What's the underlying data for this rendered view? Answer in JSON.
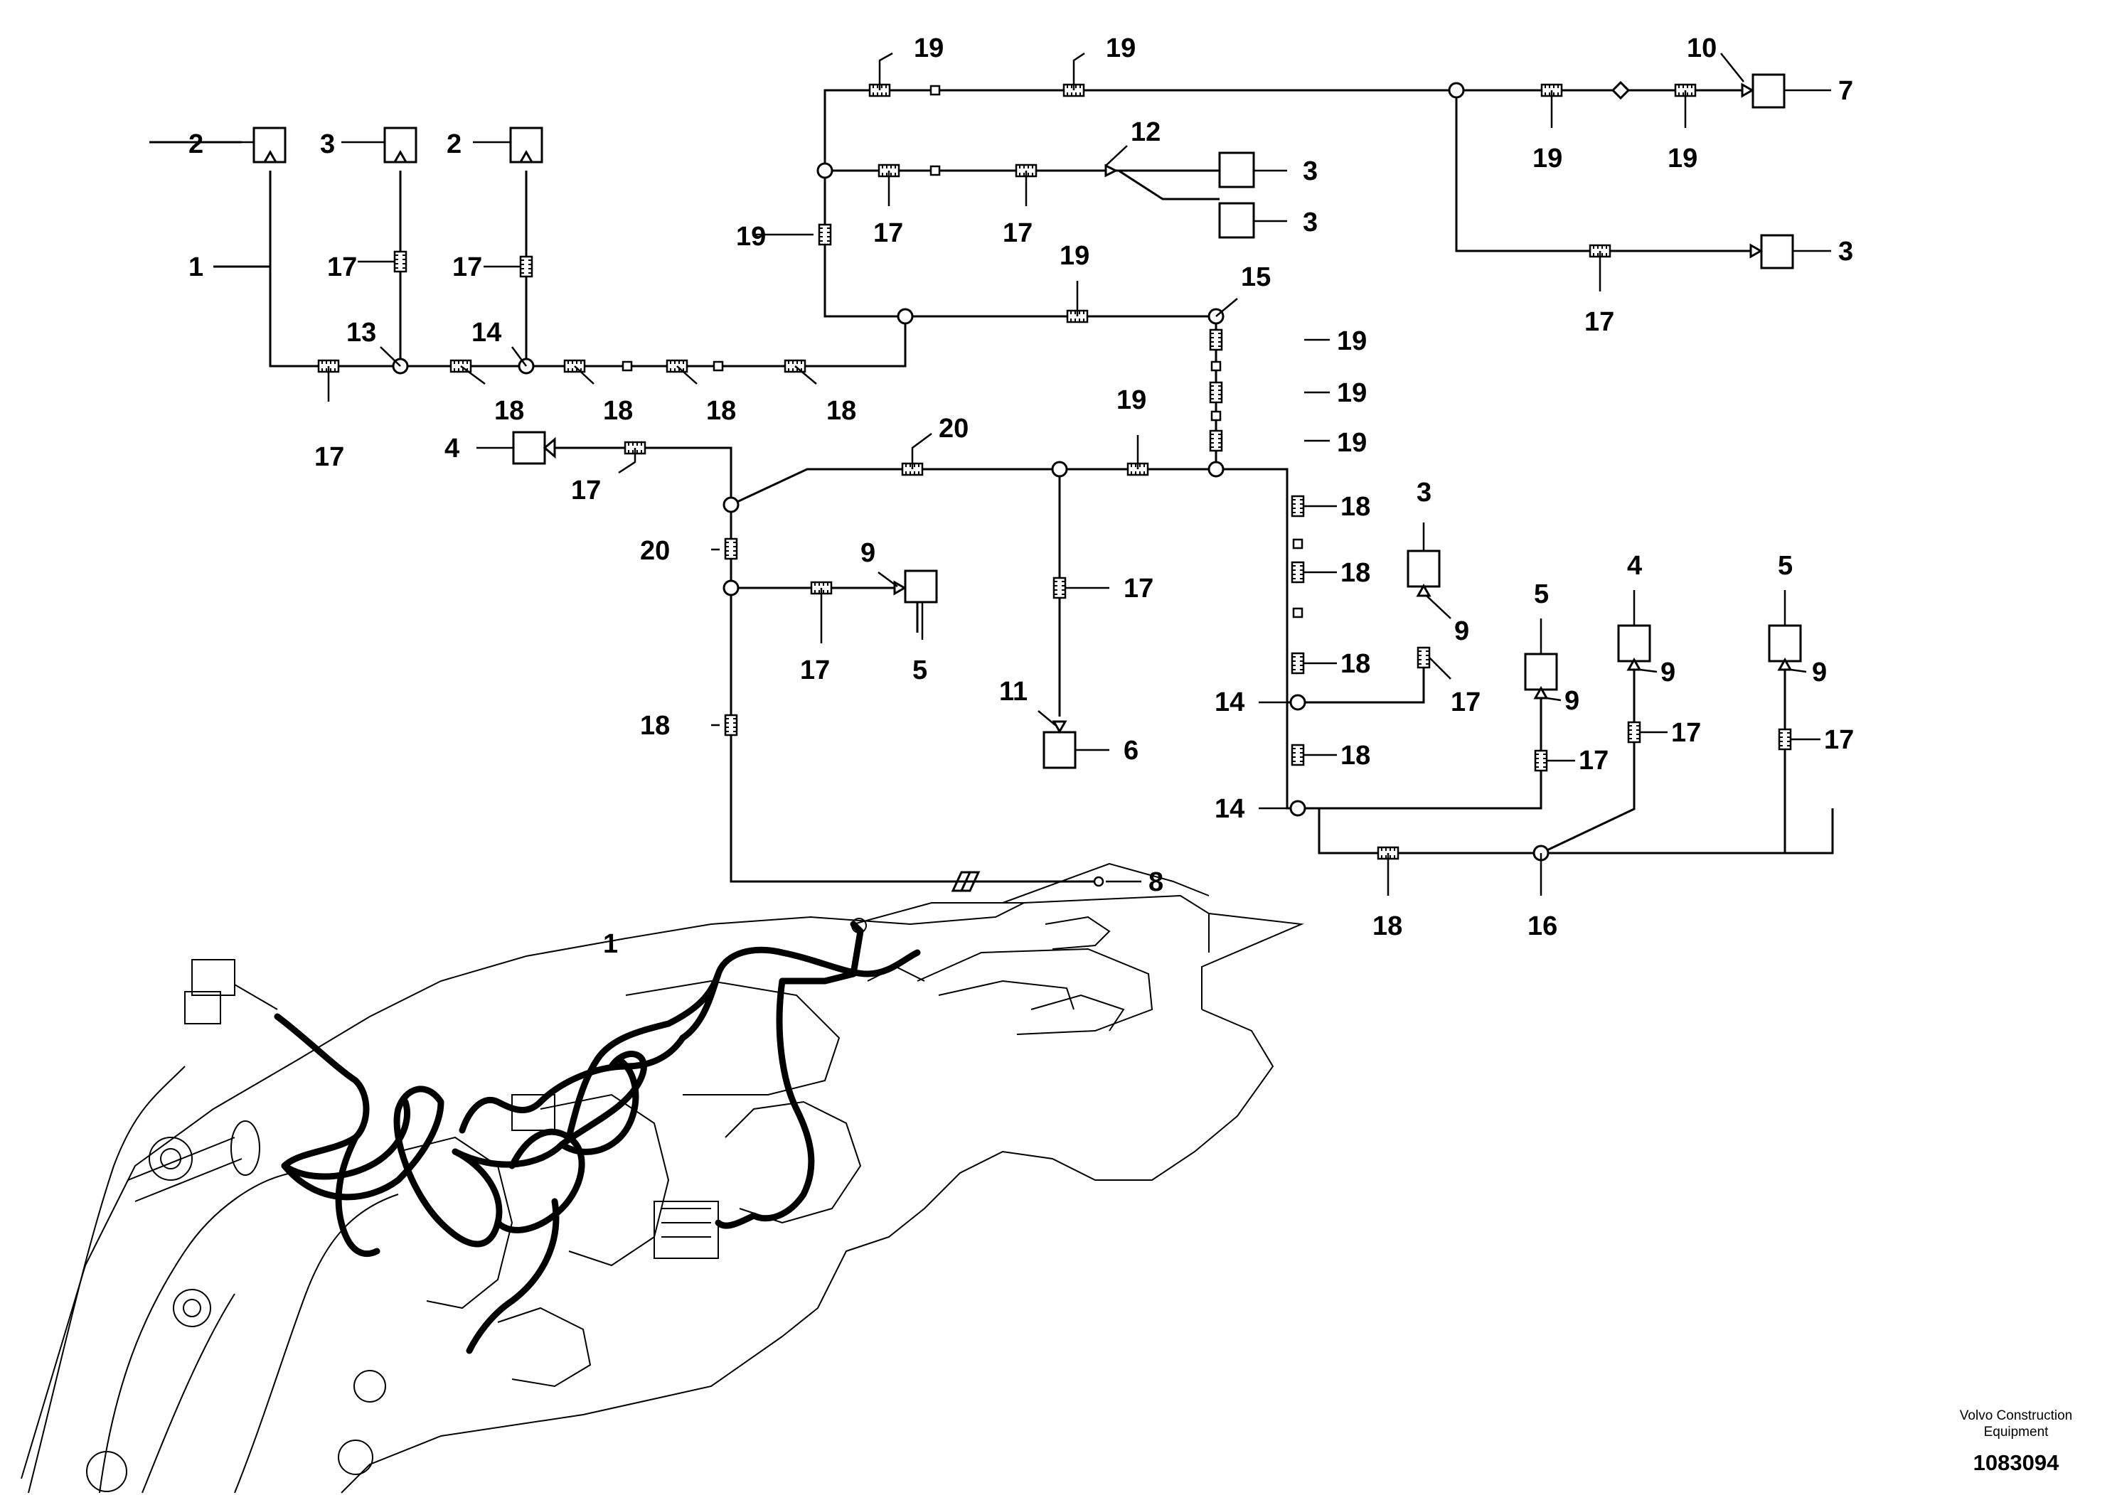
{
  "callouts": {
    "n1": "1",
    "n2": "2",
    "n3": "3",
    "n4": "4",
    "n5": "5",
    "n6": "6",
    "n7": "7",
    "n8": "8",
    "n9": "9",
    "n10": "10",
    "n11": "11",
    "n12": "12",
    "n13": "13",
    "n14": "14",
    "n15": "15",
    "n16": "16",
    "n17": "17",
    "n18": "18",
    "n19": "19",
    "n20": "20"
  },
  "footer": {
    "company_line1": "Volvo Construction",
    "company_line2": "Equipment",
    "document_number": "1083094"
  }
}
